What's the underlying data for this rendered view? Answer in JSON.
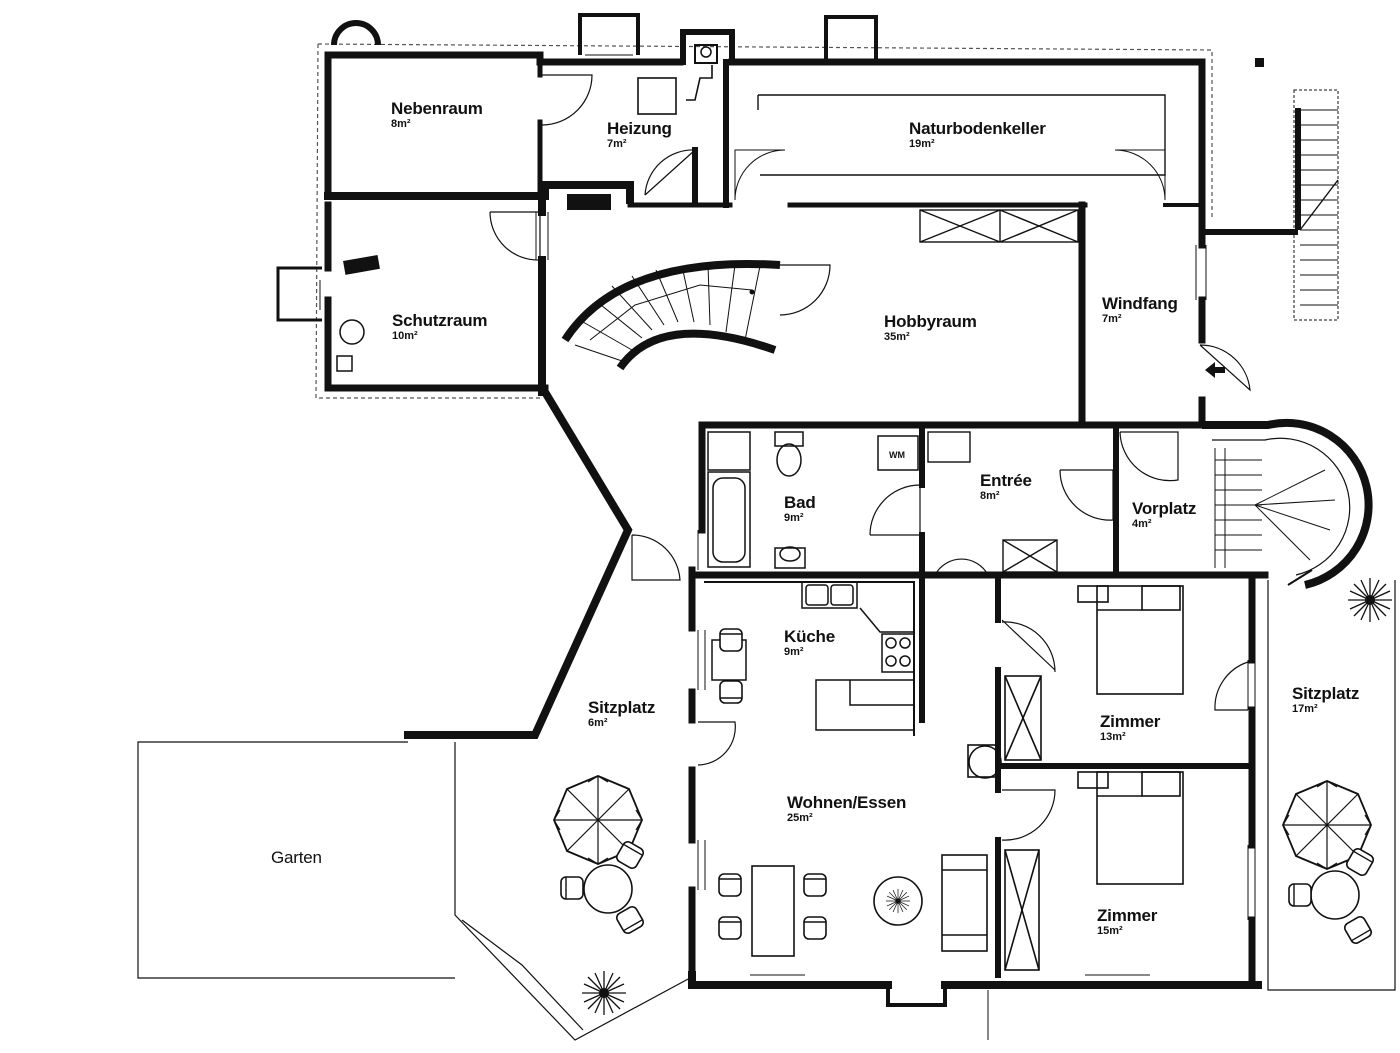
{
  "plan": {
    "rooms": [
      {
        "id": "nebenraum",
        "name": "Nebenraum",
        "area": "8m²"
      },
      {
        "id": "heizung",
        "name": "Heizung",
        "area": "7m²"
      },
      {
        "id": "naturbodenkeller",
        "name": "Naturbodenkeller",
        "area": "19m²"
      },
      {
        "id": "schutzraum",
        "name": "Schutzraum",
        "area": "10m²"
      },
      {
        "id": "hobbyraum",
        "name": "Hobbyraum",
        "area": "35m²"
      },
      {
        "id": "windfang",
        "name": "Windfang",
        "area": "7m²"
      },
      {
        "id": "bad",
        "name": "Bad",
        "area": "9m²"
      },
      {
        "id": "entree",
        "name": "Entrée",
        "area": "8m²"
      },
      {
        "id": "vorplatz",
        "name": "Vorplatz",
        "area": "4m²"
      },
      {
        "id": "kueche",
        "name": "Küche",
        "area": "9m²"
      },
      {
        "id": "sitzplatz-west",
        "name": "Sitzplatz",
        "area": "6m²"
      },
      {
        "id": "sitzplatz-east",
        "name": "Sitzplatz",
        "area": "17m²"
      },
      {
        "id": "zimmer-13",
        "name": "Zimmer",
        "area": "13m²"
      },
      {
        "id": "zimmer-15",
        "name": "Zimmer",
        "area": "15m²"
      },
      {
        "id": "wohnen-essen",
        "name": "Wohnen/Essen",
        "area": "25m²"
      },
      {
        "id": "garten",
        "name": "Garten",
        "area": ""
      }
    ],
    "fixtures": {
      "washer_label": "WM"
    }
  }
}
